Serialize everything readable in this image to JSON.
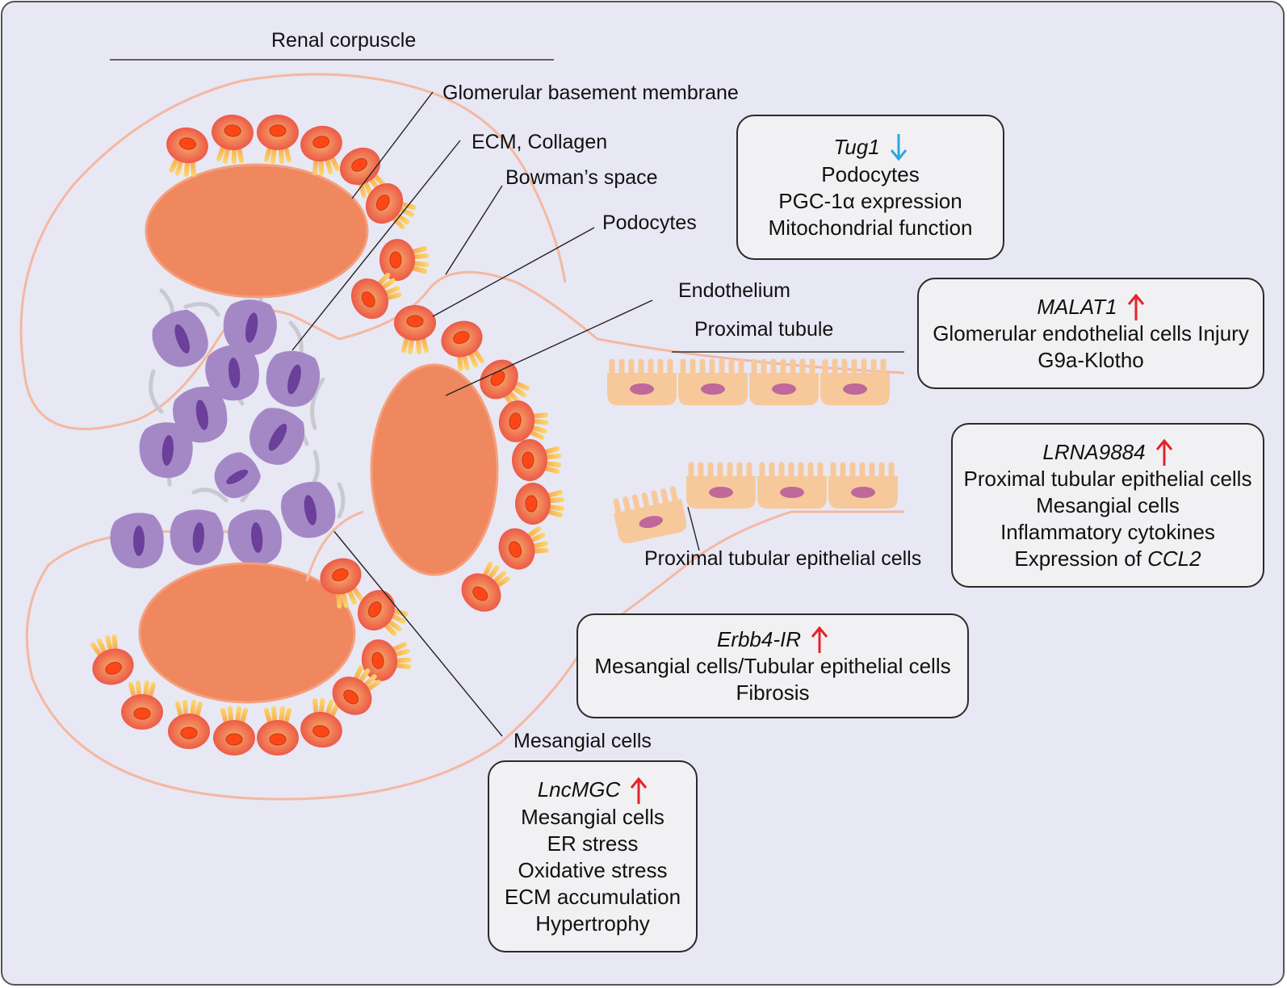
{
  "colors": {
    "background": "#e8e7f4",
    "outline": "#f4b8a0",
    "capillary": "#ef875f",
    "mesangial": "#a488c6",
    "mesangial_nucleus": "#6b3f9a",
    "podocyte": "#ef6a4c",
    "podocyte_nucleus": "#ff4a1a",
    "tubule": "#f7c99a",
    "tubule_nucleus": "#c0689a",
    "arrow_up": "#e5232b",
    "arrow_down": "#29a8e0"
  },
  "labels": {
    "renal_corpuscle": "Renal corpuscle",
    "gbm": "Glomerular basement membrane",
    "ecm": "ECM, Collagen",
    "bowman": "Bowman’s space",
    "podocytes": "Podocytes",
    "endothelium": "Endothelium",
    "proximal_tubule": "Proximal tubule",
    "ptec": "Proximal tubular epithelial cells",
    "mesangial": "Mesangial cells"
  },
  "boxes": {
    "tug1": {
      "gene": "Tug1",
      "direction": "down",
      "lines": [
        "Podocytes",
        "PGC-1α expression",
        "Mitochondrial function"
      ]
    },
    "malat1": {
      "gene": "MALAT1",
      "direction": "up",
      "lines": [
        "Glomerular endothelial cells Injury",
        "G9a-Klotho"
      ]
    },
    "lrna": {
      "gene": "LRNA9884",
      "direction": "up",
      "lines": [
        "Proximal tubular epithelial cells",
        "Mesangial cells",
        "Inflammatory cytokines"
      ],
      "last_prefix": "Expression of ",
      "last_italic": "CCL2"
    },
    "erbb4": {
      "gene": "Erbb4-IR",
      "direction": "up",
      "lines": [
        "Mesangial cells/Tubular epithelial cells",
        "Fibrosis"
      ]
    },
    "lncmgc": {
      "gene": "LncMGC",
      "direction": "up",
      "lines": [
        "Mesangial cells",
        "ER stress",
        "Oxidative stress",
        "ECM accumulation",
        "Hypertrophy"
      ]
    }
  }
}
